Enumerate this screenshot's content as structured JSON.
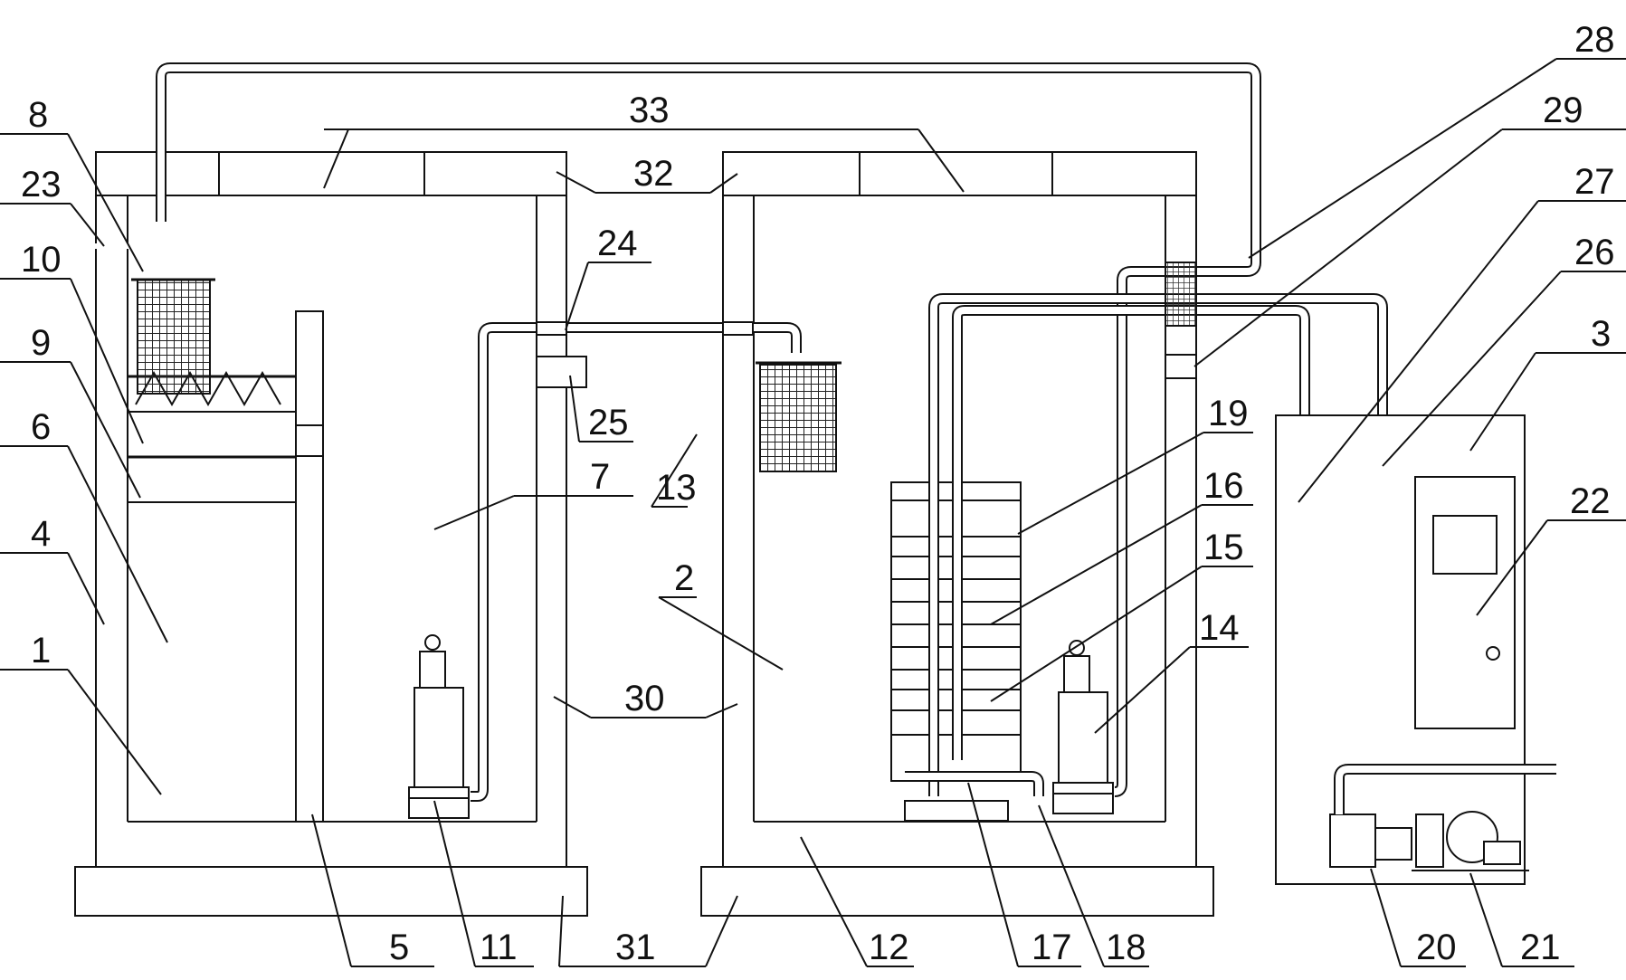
{
  "labels": {
    "n1": "1",
    "n2": "2",
    "n3": "3",
    "n4": "4",
    "n5": "5",
    "n6": "6",
    "n7": "7",
    "n8": "8",
    "n9": "9",
    "n10": "10",
    "n11": "11",
    "n12": "12",
    "n13": "13",
    "n14": "14",
    "n15": "15",
    "n16": "16",
    "n17": "17",
    "n18": "18",
    "n19": "19",
    "n20": "20",
    "n21": "21",
    "n22": "22",
    "n23": "23",
    "n24": "24",
    "n25": "25",
    "n26": "26",
    "n27": "27",
    "n28": "28",
    "n29": "29",
    "n30": "30",
    "n31": "31",
    "n32": "32",
    "n33": "33"
  }
}
